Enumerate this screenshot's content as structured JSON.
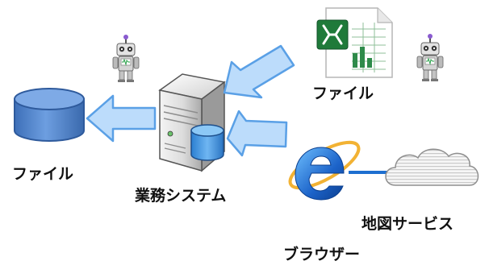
{
  "labels": {
    "file_left": "ファイル",
    "system": "業務システム",
    "file_right": "ファイル",
    "map_service": "地図サービス",
    "browser": "ブラウザー"
  },
  "icons": {
    "database": "database-cylinder-icon",
    "server": "server-tower-icon",
    "excel": "excel-spreadsheet-icon",
    "browser": "internet-explorer-icon",
    "cloud": "cloud-icon",
    "robot": "robot-icon"
  },
  "colors": {
    "arrow_fill": "#bcdcfb",
    "arrow_stroke": "#5aa0e6",
    "db_fill": "#5b8fd6",
    "db_stroke": "#2e5a9c",
    "excel_green": "#1f7a3a",
    "ie_blue": "#1c63c9",
    "link_line": "#1e6fd0"
  }
}
